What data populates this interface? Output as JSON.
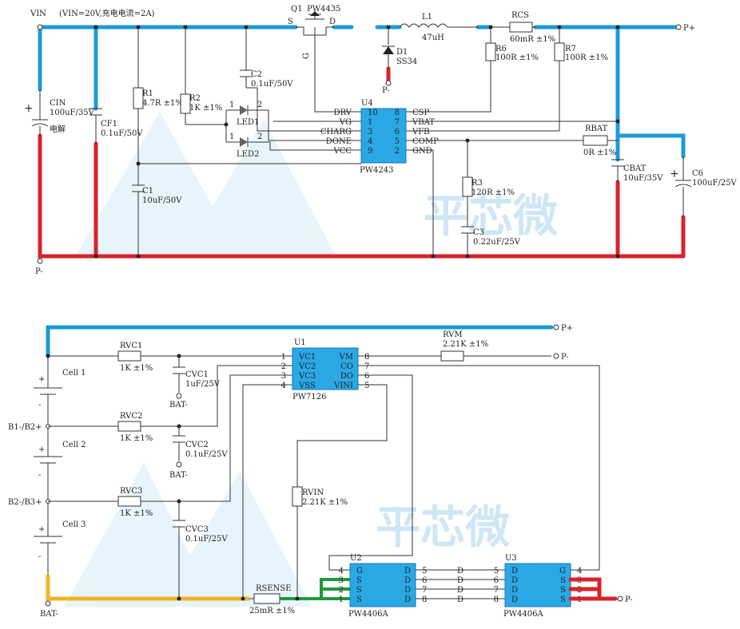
{
  "watermark": "平芯微",
  "top": {
    "vin": "VIN",
    "vin_note": "(VIN=20V,充电电流=2A)",
    "q1_ref": "Q1",
    "q1_part": "PW4435",
    "q1_s": "S",
    "q1_d": "D",
    "q1_g": "G",
    "l1_ref": "L1",
    "l1_val": "47uH",
    "rcs_ref": "RCS",
    "rcs_val": "60mR ±1%",
    "pplus": "P+",
    "d1_ref": "D1",
    "d1_val": "SS34",
    "pminus_d1": "P-",
    "r6_ref": "R6",
    "r6_val": "100R ±1%",
    "r7_ref": "R7",
    "r7_val": "100R ±1%",
    "c2_ref": "C2",
    "c2_val": "0.1uF/50V",
    "cin_ref": "CIN",
    "cin_val": "100uF/35V",
    "cin_type": "电解",
    "cf1_ref": "CF1",
    "cf1_val": "0.1uF/50V",
    "r1_ref": "R1",
    "r1_val": "4.7R ±1%",
    "r2_ref": "R2",
    "r2_val": "1K ±1%",
    "c1_ref": "C1",
    "c1_val": "10uF/50V",
    "led1": "LED1",
    "led2": "LED2",
    "led_pin1": "1",
    "led_pin2": "2",
    "u4_ref": "U4",
    "u4_part": "PW4243",
    "u4_left_labels": [
      "DRV",
      "VG",
      "CHARG",
      "DONE",
      "VCC"
    ],
    "u4_left_pins": [
      "10",
      "1",
      "3",
      "4",
      "9"
    ],
    "u4_right_labels": [
      "CSP",
      "VBAT",
      "VFB",
      "COMP",
      "GND"
    ],
    "u4_right_pins": [
      "8",
      "7",
      "6",
      "5",
      "2"
    ],
    "rbat_ref": "RBAT",
    "rbat_val": "0R ±1%",
    "cbat_ref": "CBAT",
    "cbat_val": "10uF/35V",
    "c6_ref": "C6",
    "c6_val": "100uF/25V",
    "r3_ref": "R3",
    "r3_val": "120R ±1%",
    "c3_ref": "C3",
    "c3_val": "0.22uF/25V",
    "pminus": "P-"
  },
  "bottom": {
    "pplus": "P+",
    "pminus": "P-",
    "pminus_out": "P-",
    "rvc1_ref": "RVC1",
    "rvc1_val": "1K ±1%",
    "rvc2_ref": "RVC2",
    "rvc2_val": "1K ±1%",
    "rvc3_ref": "RVC3",
    "rvc3_val": "1K ±1%",
    "cvc1_ref": "CVC1",
    "cvc1_val": "1uF/25V",
    "cvc2_ref": "CVC2",
    "cvc2_val": "0.1uF/25V",
    "cvc3_ref": "CVC3",
    "cvc3_val": "0.1uF/25V",
    "bat_minus_1": "BAT-",
    "bat_minus_2": "BAT-",
    "bat_minus": "BAT-",
    "cell1": "Cell 1",
    "cell2": "Cell 2",
    "cell3": "Cell 3",
    "b12": "B1-/B2+",
    "b23": "B2-/B3+",
    "plus": "+",
    "minus": "-",
    "u1_ref": "U1",
    "u1_part": "PW7126",
    "u1_left_labels": [
      "VC1",
      "VC2",
      "VC3",
      "VSS"
    ],
    "u1_left_pins": [
      "1",
      "2",
      "3",
      "4"
    ],
    "u1_right_labels": [
      "VM",
      "CO",
      "DO",
      "VINI"
    ],
    "u1_right_pins": [
      "8",
      "7",
      "6",
      "5"
    ],
    "rvm_ref": "RVM",
    "rvm_val": "2.21K ±1%",
    "rvin_ref": "RVIN",
    "rvin_val": "2.21K ±1%",
    "rsense_ref": "RSENSE",
    "rsense_val": "25mR ±1%",
    "u2_ref": "U2",
    "u2_part": "PW4406A",
    "u2_left_labels": [
      "G",
      "S",
      "S",
      "S"
    ],
    "u2_right_labels": [
      "D",
      "D",
      "D",
      "D"
    ],
    "u2_left_pins": [
      "4",
      "3",
      "2",
      "1"
    ],
    "u2_right_pins": [
      "5",
      "6",
      "7",
      "8"
    ],
    "mid_d_labels": [
      "D",
      "D",
      "D",
      "D"
    ],
    "u3_ref": "U3",
    "u3_part": "PW4406A",
    "u3_left_labels": [
      "D",
      "D",
      "D",
      "D"
    ],
    "u3_right_labels": [
      "G",
      "S",
      "S",
      "S"
    ],
    "u3_left_pins": [
      "5",
      "6",
      "7",
      "8"
    ],
    "u3_right_pins": [
      "4",
      "3",
      "2",
      "1"
    ]
  }
}
